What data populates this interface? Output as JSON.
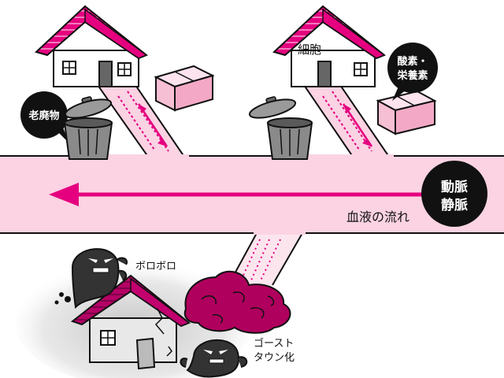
{
  "labels": {
    "waste": "老廃物",
    "cell": "細胞",
    "nutrients_line1": "酸素・",
    "nutrients_line2": "栄養素",
    "blood_flow": "血液の流れ",
    "artery": "動脈",
    "vein": "静脈",
    "tattered": "ボロボロ",
    "ghost_line1": "ゴースト",
    "ghost_line2": "タウン化"
  },
  "colors": {
    "magenta": "#e5007f",
    "vessel_pink": "#fbd3e3",
    "box_pink": "#f7bfd3",
    "can_gray": "#8a8a8a",
    "ink": "#111111"
  }
}
